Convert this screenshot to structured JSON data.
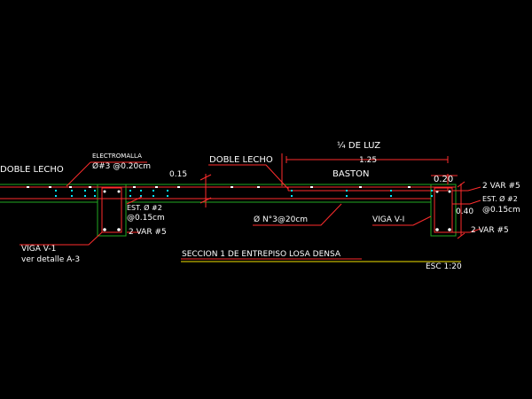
{
  "labels": {
    "doble_lecho_left": "DOBLE LECHO",
    "electromalla": "ELECTROMALLA",
    "electromalla_spec": "Ø#3 @0.20cm",
    "dim_015": "0.15",
    "doble_lecho_center": "DOBLE LECHO",
    "quarter_luz": "¼ DE LUZ",
    "dim_125": "1.25",
    "baston": "BASTON",
    "dim_020": "0.20",
    "est_left_1": "EST. Ø #2",
    "est_left_2": "@0.15cm",
    "var_left": "2 VAR #5",
    "no3_spec": "Ø N°3@20cm",
    "viga_vi": "VIGA V-I",
    "var_right_top": "2 VAR #5",
    "est_right_1": "EST. Ø #2",
    "est_right_2": "@0.15cm",
    "dim_040": "0.40",
    "var_right_bottom": "2 VAR #5",
    "viga_v1": "VIGA V-1",
    "ver_detalle": "ver detalle A-3",
    "section_title": "SECCION 1 DE ENTREPISO LOSA DENSA",
    "scale": "ESC 1:20"
  },
  "colors": {
    "background": "#000000",
    "outline": "#22a822",
    "rebar": "#ff2d2d",
    "dots": "#00e5ff",
    "text": "#ffffff",
    "leader": "#ff2d2d",
    "underline_yellow": "#f2e200"
  }
}
